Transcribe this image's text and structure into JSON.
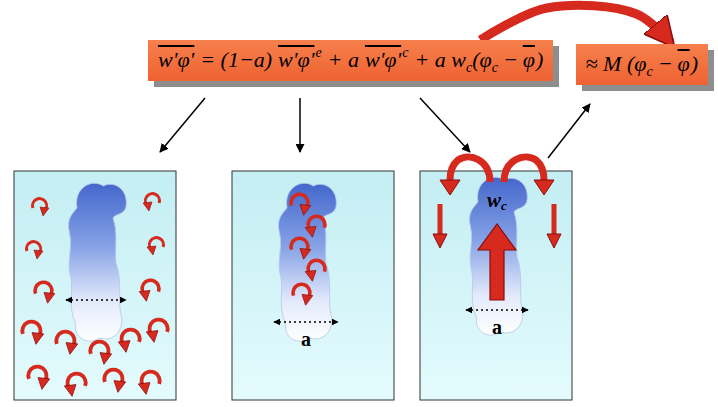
{
  "diagram": {
    "nodes": [
      {
        "text": [
          "w'φ'",
          "= (1−a)",
          "w'φ'",
          "e",
          "+ a",
          "w'φ'",
          "c",
          "+ a w",
          "c",
          "(φ",
          "c",
          "−",
          "φ",
          ")"
        ]
      },
      {
        "text": [
          "≈ M (φ",
          "c",
          "−",
          "φ",
          ")"
        ]
      }
    ],
    "edges": [
      {
        "from": 0,
        "to": 1,
        "arrow": "to"
      }
    ],
    "labels": [
      "a",
      "a",
      "w",
      "c"
    ]
  }
}
